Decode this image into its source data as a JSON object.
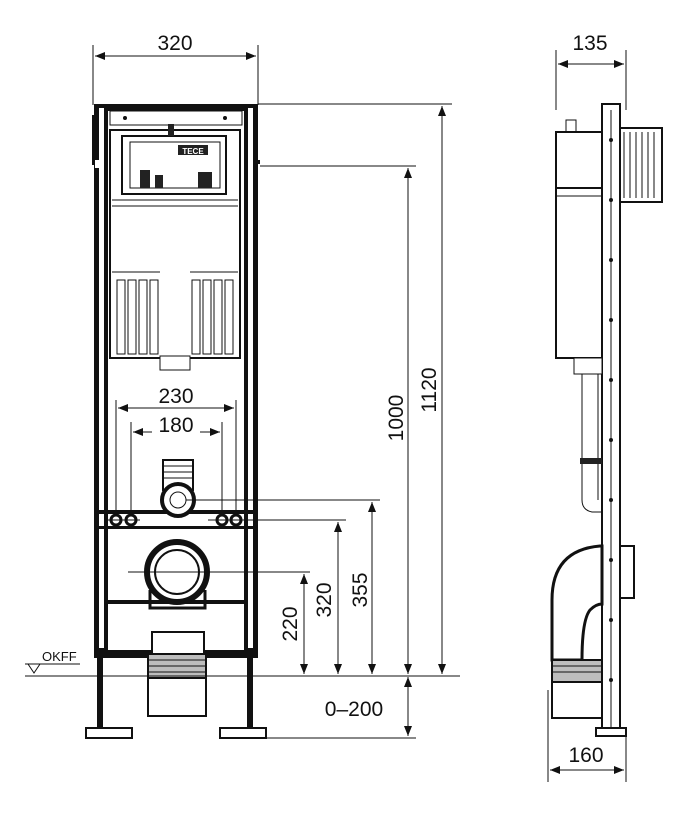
{
  "diagram": {
    "front_view": {
      "width_top": "320",
      "outlet_spacing_outer": "230",
      "outlet_spacing_inner": "180",
      "height_total": "1120",
      "height_button": "1000",
      "height_355": "355",
      "height_320": "320",
      "height_220": "220",
      "floor_adjust": "0–200",
      "floor_label": "OKFF",
      "logo_text": "TECE"
    },
    "side_view": {
      "depth_top": "135",
      "depth_bottom": "160"
    }
  },
  "colors": {
    "line": "#111111",
    "fill_grey": "#bdbdbd",
    "background": "#ffffff"
  }
}
